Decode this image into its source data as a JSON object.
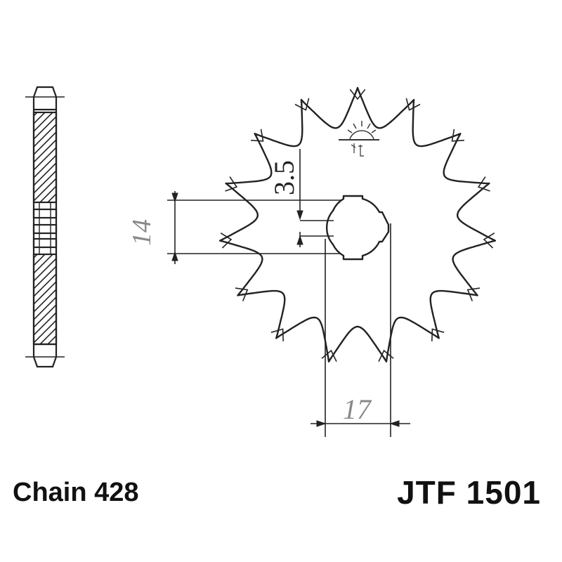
{
  "dimensions": {
    "offset": "3.5",
    "bore_width": "14",
    "bore_diameter": "17"
  },
  "footer": {
    "chain_label": "Chain 428",
    "part_number": "JTF 1501"
  },
  "sprocket": {
    "teeth": 15
  },
  "colors": {
    "ink": "#222222",
    "grey_dimension": "#888888"
  }
}
